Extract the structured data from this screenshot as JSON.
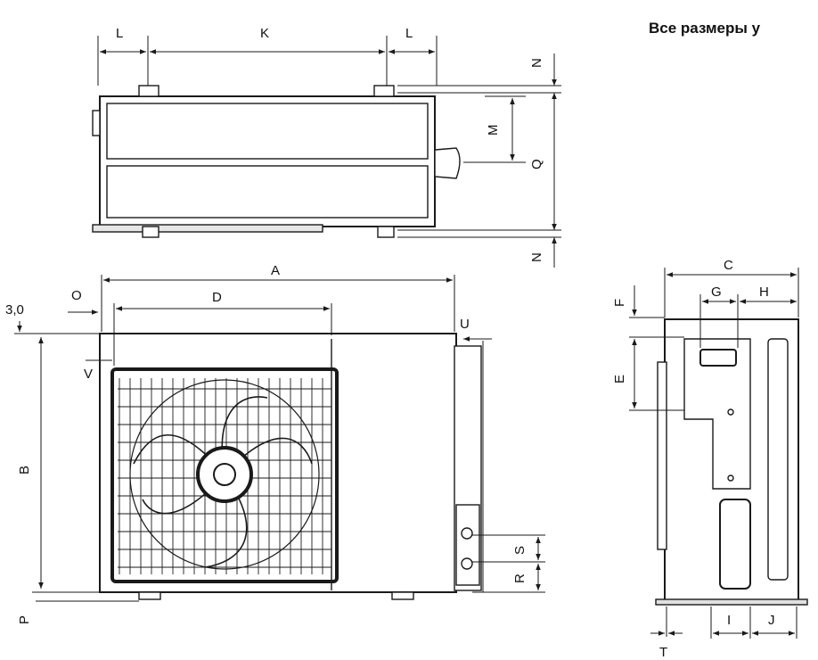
{
  "header": {
    "title": "Все размеры у"
  },
  "dimensions": {
    "A": "A",
    "B": "B",
    "C": "C",
    "D": "D",
    "E": "E",
    "F": "F",
    "G": "G",
    "H": "H",
    "I": "I",
    "J": "J",
    "K": "K",
    "L": "L",
    "M": "M",
    "N": "N",
    "O": "O",
    "P": "P",
    "Q": "Q",
    "R": "R",
    "S": "S",
    "T": "T",
    "U": "U",
    "V": "V",
    "offset": "3,0"
  },
  "colors": {
    "line": "#1a1a1a",
    "panel": "#ffffff",
    "shade": "#d9d9d9"
  }
}
